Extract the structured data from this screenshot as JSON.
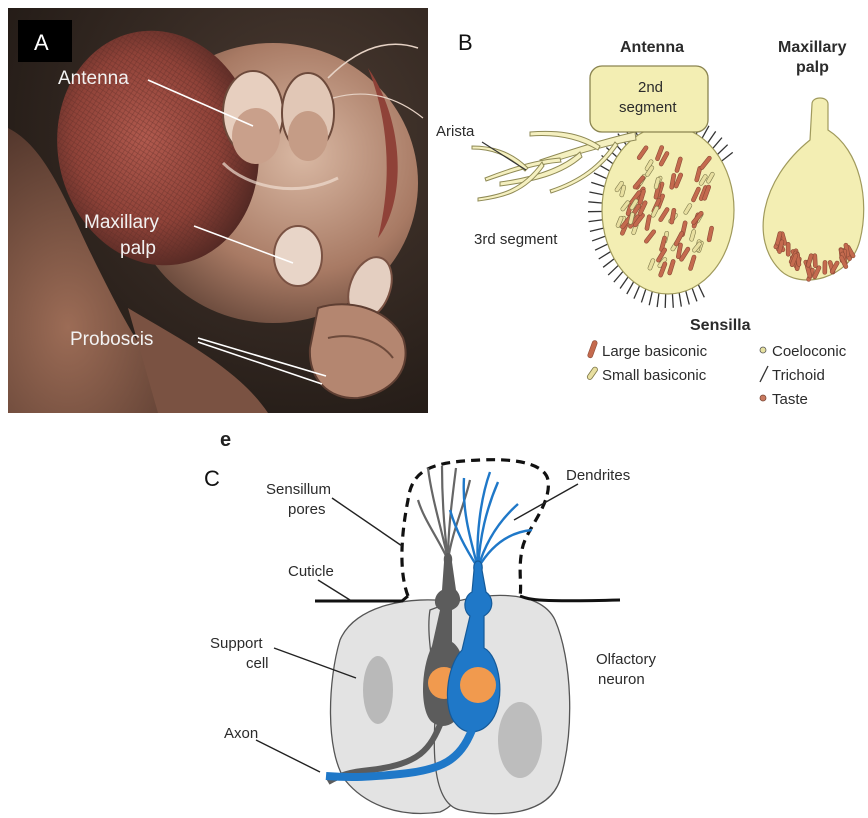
{
  "panel_a": {
    "letter": "A",
    "labels": {
      "antenna": "Antenna",
      "maxillary_1": "Maxillary",
      "maxillary_2": "palp",
      "proboscis": "Proboscis"
    }
  },
  "panel_b": {
    "letter": "B",
    "antenna_title": "Antenna",
    "maxillary_title_1": "Maxillary",
    "maxillary_title_2": "palp",
    "segment2_1": "2nd",
    "segment2_2": "segment",
    "arista": "Arista",
    "segment3": "3rd segment",
    "legend": {
      "title": "Sensilla",
      "items": [
        "Large basiconic",
        "Small basiconic",
        "Coeloconic",
        "Trichoid",
        "Taste"
      ]
    }
  },
  "panel_c": {
    "small_letter": "e",
    "letter": "C",
    "labels": {
      "pores_1": "Sensillum",
      "pores_2": "pores",
      "dendrites": "Dendrites",
      "cuticle": "Cuticle",
      "support_1": "Support",
      "support_2": "cell",
      "olfactory_1": "Olfactory",
      "olfactory_2": "neuron",
      "axon": "Axon"
    }
  },
  "colors": {
    "photo_bg": "#3a2e28",
    "segment_fill": "#f3eeb3",
    "large_basiconic": "#c46a4e",
    "neuron_blue": "#1f78c8",
    "neuron_gray": "#5c5c5c",
    "nucleus": "#f19a4e",
    "cell_fill": "#e3e3e3"
  }
}
